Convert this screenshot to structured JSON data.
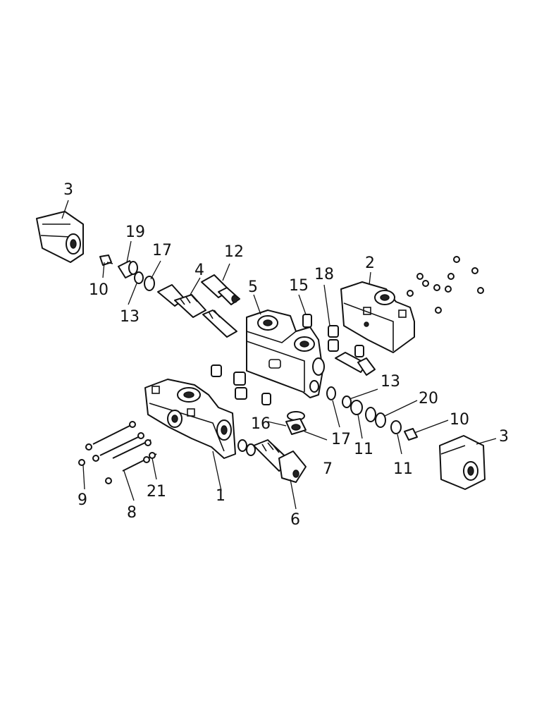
{
  "callouts": {
    "c1": "1",
    "c2": "2",
    "c3_top": "3",
    "c3_right": "3",
    "c4": "4",
    "c5": "5",
    "c6": "6",
    "c7": "7",
    "c8": "8",
    "c9": "9",
    "c10_left": "10",
    "c10_right": "10",
    "c11_a": "11",
    "c11_b": "11",
    "c12": "12",
    "c13_left": "13",
    "c13_right": "13",
    "c15": "15",
    "c16": "16",
    "c17_left": "17",
    "c17_right": "17",
    "c18": "18",
    "c19": "19",
    "c20": "20",
    "c21": "21"
  },
  "colors": {
    "ink": "#111111",
    "paper": "#ffffff"
  }
}
